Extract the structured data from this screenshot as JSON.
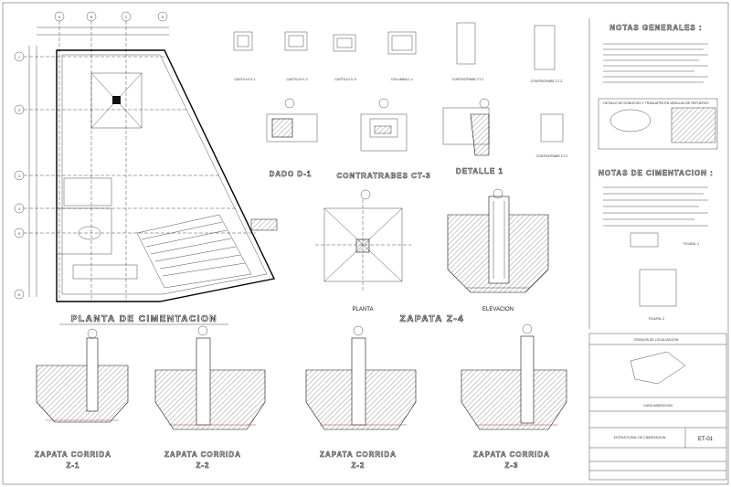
{
  "drawing": {
    "plan_title": "PLANTA DE CIMENTACION",
    "zapata_z4_title": "ZAPATA Z-4",
    "zapata_z4_sub_plan": "PLANTA",
    "zapata_z4_sub_elev": "ELEVACION",
    "dado_title": "DADO D-1",
    "contratrabes_title": "CONTRATRABES CT-3",
    "detalle_title": "DETALLE 1",
    "ct1_label": "CONTRATRABE CT-1",
    "ct2_label": "CONTRATRABE CT-2",
    "ct2b_label": "CONTRATRABE CT-2",
    "castillos": [
      "CASTILLO K-1",
      "CASTILLO K-2",
      "CASTILLO K-3",
      "COLUMNA C-1"
    ],
    "zapatas_corridas": [
      {
        "title": "ZAPATA CORRIDA",
        "sub": "Z-1"
      },
      {
        "title": "ZAPATA CORRIDA",
        "sub": "Z-2"
      },
      {
        "title": "ZAPATA CORRIDA",
        "sub": "Z-2"
      },
      {
        "title": "ZAPATA CORRIDA",
        "sub": "Z-3"
      }
    ],
    "axes_letters": [
      "A",
      "B",
      "C",
      "D"
    ],
    "axes_numbers": [
      "1",
      "2",
      "3",
      "4",
      "5",
      "6"
    ]
  },
  "notes": {
    "generales_title": "NOTAS GENERALES :",
    "cimentacion_title": "NOTAS DE CIMENTACION :",
    "detalle_table_title": "DETALLE DE DOBLECES Y TRASLAPES EN VARILLAS DE REFUERZO",
    "figura1": "FIGURA -1",
    "figura2": "FIGURA -2"
  },
  "title_block": {
    "localizacion": "CROQUIS DE LOCALIZACION",
    "proyecto": "CASA HABITACION",
    "plano": "ESTRUCTURAL DE CIMENTACION",
    "clave": "ET-01"
  }
}
